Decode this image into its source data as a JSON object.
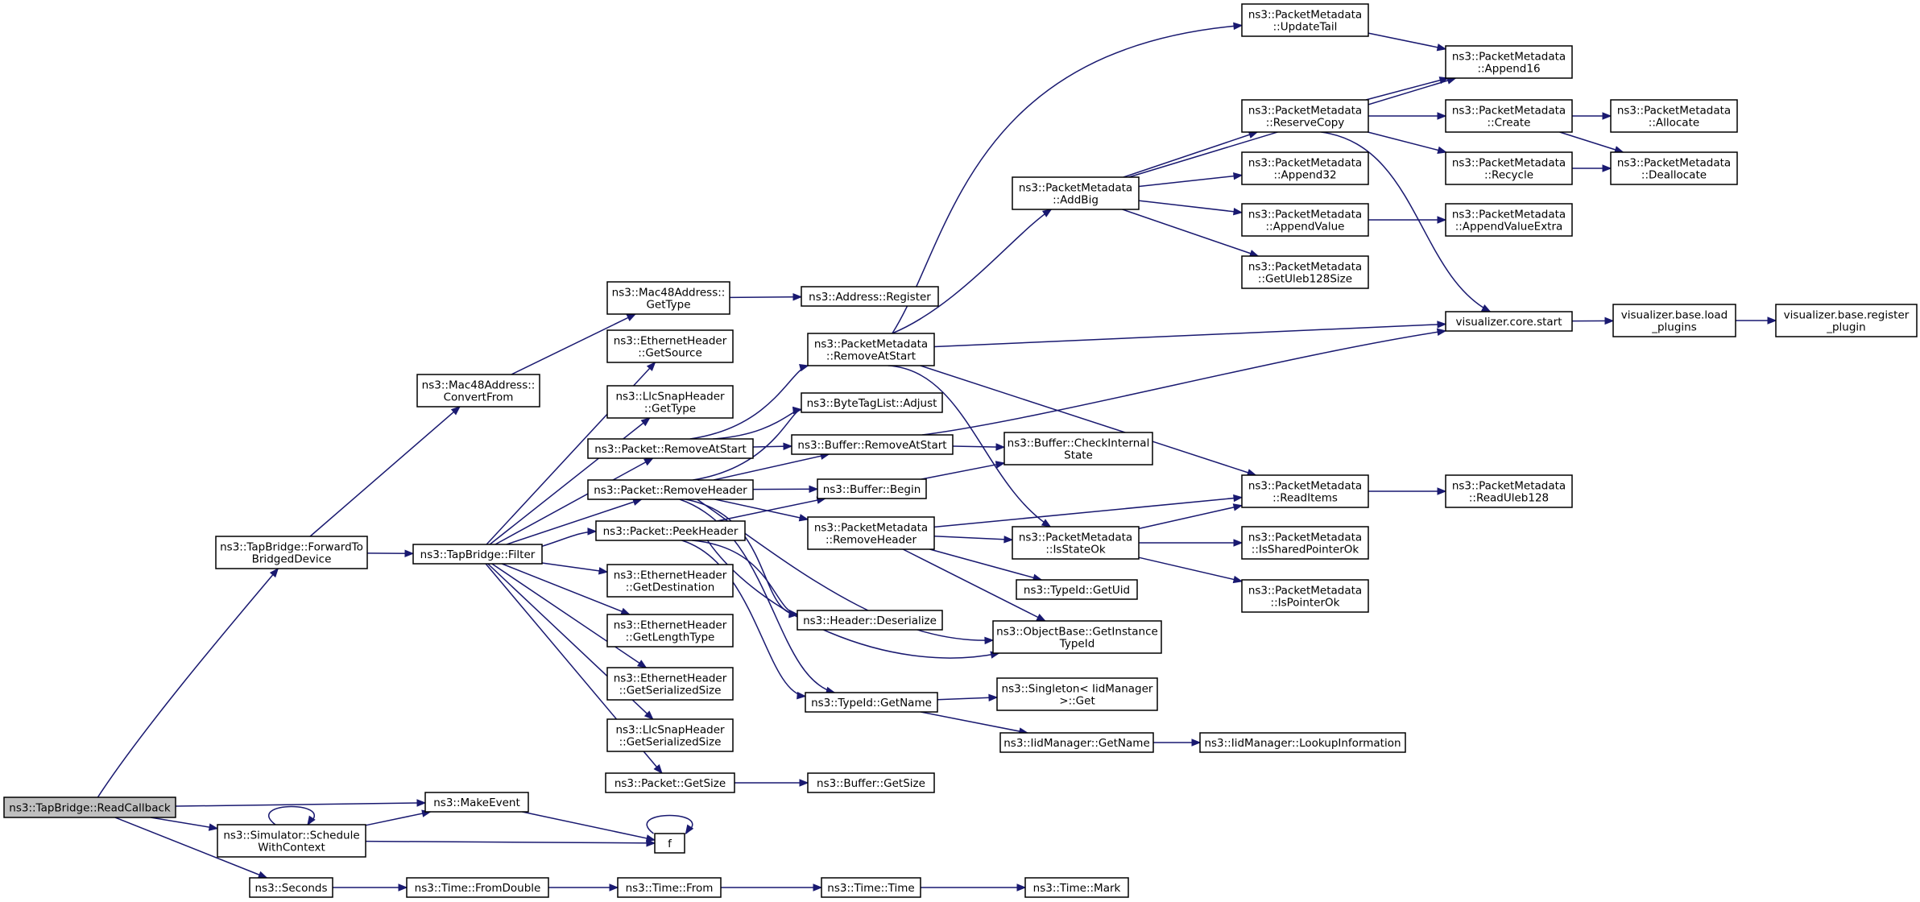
{
  "title": "",
  "colors": {
    "edge": "#191970",
    "node_border": "#000000",
    "root_fill": "#bfbfbf",
    "node_fill": "#ffffff"
  },
  "nodes": [
    {
      "id": "readcallback",
      "lines": [
        "ns3::TapBridge::ReadCallback"
      ],
      "root": true
    },
    {
      "id": "forwardto",
      "lines": [
        "ns3::TapBridge::ForwardTo",
        "BridgedDevice"
      ]
    },
    {
      "id": "makeevent",
      "lines": [
        "ns3::MakeEvent"
      ]
    },
    {
      "id": "schedule",
      "lines": [
        "ns3::Simulator::Schedule",
        "WithContext"
      ]
    },
    {
      "id": "seconds",
      "lines": [
        "ns3::Seconds"
      ]
    },
    {
      "id": "filter",
      "lines": [
        "ns3::TapBridge::Filter"
      ]
    },
    {
      "id": "convertfrom",
      "lines": [
        "ns3::Mac48Address::",
        "ConvertFrom"
      ]
    },
    {
      "id": "f",
      "lines": [
        "f"
      ]
    },
    {
      "id": "fromdouble",
      "lines": [
        "ns3::Time::FromDouble"
      ]
    },
    {
      "id": "mac48gettype",
      "lines": [
        "ns3::Mac48Address::",
        "GetType"
      ]
    },
    {
      "id": "ethgetsource",
      "lines": [
        "ns3::EthernetHeader",
        "::GetSource"
      ]
    },
    {
      "id": "llcgettype",
      "lines": [
        "ns3::LlcSnapHeader",
        "::GetType"
      ]
    },
    {
      "id": "pktremoveatstart",
      "lines": [
        "ns3::Packet::RemoveAtStart"
      ]
    },
    {
      "id": "pktremoveheader",
      "lines": [
        "ns3::Packet::RemoveHeader"
      ]
    },
    {
      "id": "pktpeekheader",
      "lines": [
        "ns3::Packet::PeekHeader"
      ]
    },
    {
      "id": "ethgetdest",
      "lines": [
        "ns3::EthernetHeader",
        "::GetDestination"
      ]
    },
    {
      "id": "ethgetlentype",
      "lines": [
        "ns3::EthernetHeader",
        "::GetLengthType"
      ]
    },
    {
      "id": "ethgetsersize",
      "lines": [
        "ns3::EthernetHeader",
        "::GetSerializedSize"
      ]
    },
    {
      "id": "llcgetsersize",
      "lines": [
        "ns3::LlcSnapHeader",
        "::GetSerializedSize"
      ]
    },
    {
      "id": "pktgetsize",
      "lines": [
        "ns3::Packet::GetSize"
      ]
    },
    {
      "id": "timefrom",
      "lines": [
        "ns3::Time::From"
      ]
    },
    {
      "id": "addrregister",
      "lines": [
        "ns3::Address::Register"
      ]
    },
    {
      "id": "pmremoveatstart",
      "lines": [
        "ns3::PacketMetadata",
        "::RemoveAtStart"
      ]
    },
    {
      "id": "bytetagadjust",
      "lines": [
        "ns3::ByteTagList::Adjust"
      ]
    },
    {
      "id": "bufremoveatstart",
      "lines": [
        "ns3::Buffer::RemoveAtStart"
      ]
    },
    {
      "id": "bufbegin",
      "lines": [
        "ns3::Buffer::Begin"
      ]
    },
    {
      "id": "pmremoveheader",
      "lines": [
        "ns3::PacketMetadata",
        "::RemoveHeader"
      ]
    },
    {
      "id": "hdrdeserialize",
      "lines": [
        "ns3::Header::Deserialize"
      ]
    },
    {
      "id": "typeidgetname",
      "lines": [
        "ns3::TypeId::GetName"
      ]
    },
    {
      "id": "bufgetsize",
      "lines": [
        "ns3::Buffer::GetSize"
      ]
    },
    {
      "id": "timetime",
      "lines": [
        "ns3::Time::Time"
      ]
    },
    {
      "id": "pmaddbig",
      "lines": [
        "ns3::PacketMetadata",
        "::AddBig"
      ]
    },
    {
      "id": "bufcheckinternal",
      "lines": [
        "ns3::Buffer::CheckInternal",
        "State"
      ]
    },
    {
      "id": "pmisstateok",
      "lines": [
        "ns3::PacketMetadata",
        "::IsStateOk"
      ]
    },
    {
      "id": "typeidgetuid",
      "lines": [
        "ns3::TypeId::GetUid"
      ]
    },
    {
      "id": "objbasegetinstance",
      "lines": [
        "ns3::ObjectBase::GetInstance",
        "TypeId"
      ]
    },
    {
      "id": "singletonget",
      "lines": [
        "ns3::Singleton< IidManager",
        ">::Get"
      ]
    },
    {
      "id": "iidgetname",
      "lines": [
        "ns3::IidManager::GetName"
      ]
    },
    {
      "id": "timemark",
      "lines": [
        "ns3::Time::Mark"
      ]
    },
    {
      "id": "pmupdatetail",
      "lines": [
        "ns3::PacketMetadata",
        "::UpdateTail"
      ]
    },
    {
      "id": "pmreservecopy",
      "lines": [
        "ns3::PacketMetadata",
        "::ReserveCopy"
      ]
    },
    {
      "id": "pmappend32",
      "lines": [
        "ns3::PacketMetadata",
        "::Append32"
      ]
    },
    {
      "id": "pmappendvalue",
      "lines": [
        "ns3::PacketMetadata",
        "::AppendValue"
      ]
    },
    {
      "id": "pmgetuleb",
      "lines": [
        "ns3::PacketMetadata",
        "::GetUleb128Size"
      ]
    },
    {
      "id": "pmreaditems",
      "lines": [
        "ns3::PacketMetadata",
        "::ReadItems"
      ]
    },
    {
      "id": "pmissharedptr",
      "lines": [
        "ns3::PacketMetadata",
        "::IsSharedPointerOk"
      ]
    },
    {
      "id": "pmisptr",
      "lines": [
        "ns3::PacketMetadata",
        "::IsPointerOk"
      ]
    },
    {
      "id": "iidlookup",
      "lines": [
        "ns3::IidManager::LookupInformation"
      ]
    },
    {
      "id": "pmappend16",
      "lines": [
        "ns3::PacketMetadata",
        "::Append16"
      ]
    },
    {
      "id": "pmcreate",
      "lines": [
        "ns3::PacketMetadata",
        "::Create"
      ]
    },
    {
      "id": "pmrecycle",
      "lines": [
        "ns3::PacketMetadata",
        "::Recycle"
      ]
    },
    {
      "id": "pmappendvalueextra",
      "lines": [
        "ns3::PacketMetadata",
        "::AppendValueExtra"
      ]
    },
    {
      "id": "vizcorestart",
      "lines": [
        "visualizer.core.start"
      ]
    },
    {
      "id": "pmreaduleb",
      "lines": [
        "ns3::PacketMetadata",
        "::ReadUleb128"
      ]
    },
    {
      "id": "pmallocate",
      "lines": [
        "ns3::PacketMetadata",
        "::Allocate"
      ]
    },
    {
      "id": "pmdeallocate",
      "lines": [
        "ns3::PacketMetadata",
        "::Deallocate"
      ]
    },
    {
      "id": "vizloadplugins",
      "lines": [
        "visualizer.base.load",
        "_plugins"
      ]
    },
    {
      "id": "vizregisterplugin",
      "lines": [
        "visualizer.base.register",
        "_plugin"
      ]
    }
  ],
  "edges": [
    [
      "readcallback",
      "forwardto"
    ],
    [
      "readcallback",
      "makeevent"
    ],
    [
      "readcallback",
      "schedule"
    ],
    [
      "readcallback",
      "seconds"
    ],
    [
      "forwardto",
      "filter"
    ],
    [
      "forwardto",
      "convertfrom"
    ],
    [
      "makeevent",
      "f"
    ],
    [
      "schedule",
      "makeevent"
    ],
    [
      "schedule",
      "schedule"
    ],
    [
      "schedule",
      "f"
    ],
    [
      "f",
      "f"
    ],
    [
      "seconds",
      "fromdouble"
    ],
    [
      "fromdouble",
      "timefrom"
    ],
    [
      "timefrom",
      "timetime"
    ],
    [
      "timetime",
      "timemark"
    ],
    [
      "convertfrom",
      "mac48gettype"
    ],
    [
      "mac48gettype",
      "addrregister"
    ],
    [
      "filter",
      "ethgetsource"
    ],
    [
      "filter",
      "llcgettype"
    ],
    [
      "filter",
      "pktremoveatstart"
    ],
    [
      "filter",
      "pktremoveheader"
    ],
    [
      "filter",
      "pktpeekheader"
    ],
    [
      "filter",
      "ethgetdest"
    ],
    [
      "filter",
      "ethgetlentype"
    ],
    [
      "filter",
      "ethgetsersize"
    ],
    [
      "filter",
      "llcgetsersize"
    ],
    [
      "filter",
      "pktgetsize"
    ],
    [
      "pktremoveatstart",
      "pmremoveatstart"
    ],
    [
      "pktremoveatstart",
      "bytetagadjust"
    ],
    [
      "pktremoveatstart",
      "bufremoveatstart"
    ],
    [
      "pktremoveheader",
      "bytetagadjust"
    ],
    [
      "pktremoveheader",
      "bufremoveatstart"
    ],
    [
      "pktremoveheader",
      "bufbegin"
    ],
    [
      "pktremoveheader",
      "pmremoveheader"
    ],
    [
      "pktremoveheader",
      "hdrdeserialize"
    ],
    [
      "pktremoveheader",
      "typeidgetname"
    ],
    [
      "pktremoveheader",
      "objbasegetinstance"
    ],
    [
      "pktpeekheader",
      "bufbegin"
    ],
    [
      "pktpeekheader",
      "hdrdeserialize"
    ],
    [
      "pktpeekheader",
      "typeidgetname"
    ],
    [
      "pktpeekheader",
      "objbasegetinstance"
    ],
    [
      "pktgetsize",
      "bufgetsize"
    ],
    [
      "pmremoveatstart",
      "pmupdatetail"
    ],
    [
      "pmremoveatstart",
      "pmaddbig"
    ],
    [
      "pmremoveatstart",
      "vizcorestart"
    ],
    [
      "pmremoveatstart",
      "pmreaditems"
    ],
    [
      "pmremoveatstart",
      "pmisstateok"
    ],
    [
      "bufremoveatstart",
      "bufcheckinternal"
    ],
    [
      "bufremoveatstart",
      "vizcorestart"
    ],
    [
      "bufbegin",
      "bufcheckinternal"
    ],
    [
      "pmremoveheader",
      "pmreaditems"
    ],
    [
      "pmremoveheader",
      "pmisstateok"
    ],
    [
      "pmremoveheader",
      "typeidgetuid"
    ],
    [
      "pmremoveheader",
      "objbasegetinstance"
    ],
    [
      "typeidgetname",
      "singletonget"
    ],
    [
      "typeidgetname",
      "iidgetname"
    ],
    [
      "iidgetname",
      "iidlookup"
    ],
    [
      "pmaddbig",
      "pmappend16"
    ],
    [
      "pmaddbig",
      "pmreservecopy"
    ],
    [
      "pmaddbig",
      "pmappend32"
    ],
    [
      "pmaddbig",
      "pmappendvalue"
    ],
    [
      "pmaddbig",
      "pmgetuleb"
    ],
    [
      "pmupdatetail",
      "pmappend16"
    ],
    [
      "pmreservecopy",
      "pmappend16"
    ],
    [
      "pmreservecopy",
      "pmcreate"
    ],
    [
      "pmreservecopy",
      "pmrecycle"
    ],
    [
      "pmreservecopy",
      "vizcorestart"
    ],
    [
      "pmcreate",
      "pmallocate"
    ],
    [
      "pmcreate",
      "pmdeallocate"
    ],
    [
      "pmrecycle",
      "pmdeallocate"
    ],
    [
      "pmappendvalue",
      "pmappendvalueextra"
    ],
    [
      "pmisstateok",
      "pmreaditems"
    ],
    [
      "pmisstateok",
      "pmissharedptr"
    ],
    [
      "pmisstateok",
      "pmisptr"
    ],
    [
      "pmreaditems",
      "pmreaduleb"
    ],
    [
      "vizcorestart",
      "vizloadplugins"
    ],
    [
      "vizloadplugins",
      "vizregisterplugin"
    ]
  ]
}
